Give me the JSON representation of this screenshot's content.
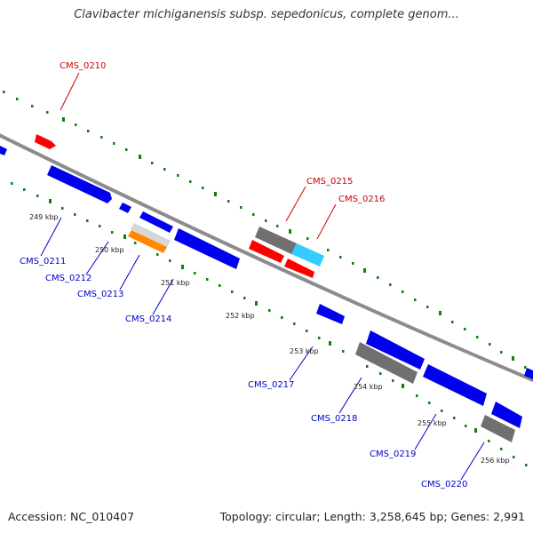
{
  "title": "Clavibacter michiganensis subsp. sepedonicus, complete genom...",
  "footer": {
    "accession": "Accession: NC_010407",
    "topology": "Topology: circular; Length: 3,258,645 bp; Genes: 2,991"
  },
  "colors": {
    "forward_gene_label": "#cc0000",
    "reverse_gene_label": "#0000cc",
    "backbone": "#8c8c8c",
    "tick": "#108010"
  },
  "kbp_labels": [
    "249 kbp",
    "250 kbp",
    "251 kbp",
    "252 kbp",
    "253 kbp",
    "254 kbp",
    "255 kbp",
    "256 kbp"
  ],
  "forward_genes": [
    {
      "name": "CMS_0210",
      "color": "#ff0000"
    },
    {
      "name": "CMS_0215",
      "color": "#707070"
    },
    {
      "name": "CMS_0216",
      "color": "#33ccff"
    }
  ],
  "reverse_genes": [
    {
      "name": "CMS_0211",
      "color": "#0000ee"
    },
    {
      "name": "CMS_0212",
      "color": "#0000ee"
    },
    {
      "name": "CMS_0213",
      "color": "#ff8800"
    },
    {
      "name": "CMS_0214",
      "color": "#0000ee"
    },
    {
      "name": "CMS_0217",
      "color": "#0000ee"
    },
    {
      "name": "CMS_0218",
      "color": "#707070"
    },
    {
      "name": "CMS_0219",
      "color": "#0000ee"
    },
    {
      "name": "CMS_0220",
      "color": "#707070"
    }
  ]
}
